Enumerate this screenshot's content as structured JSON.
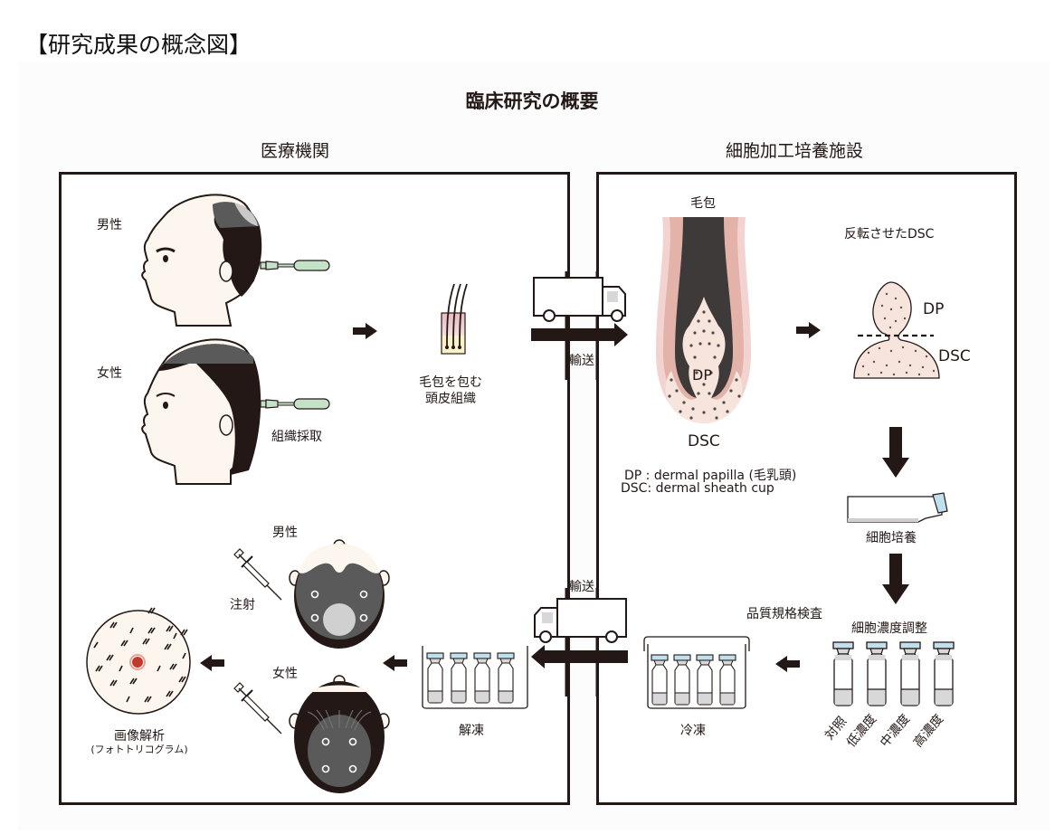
{
  "page_title": "【研究成果の概念図】",
  "diagram": {
    "title": "臨床研究の概要",
    "left_panel": {
      "heading": "医療機関",
      "male_label": "男性",
      "female_label": "女性",
      "tissue_collection_label": "組織採取",
      "scalp_tissue_label_line1": "毛包を包む",
      "scalp_tissue_label_line2": "頭皮組織",
      "injection_label": "注射",
      "male_top_label": "男性",
      "female_top_label": "女性",
      "thaw_label": "解凍",
      "image_analysis_label": "画像解析",
      "image_analysis_sub": "(フォトトリコグラム)"
    },
    "right_panel": {
      "heading": "細胞加工培養施設",
      "follicle_label": "毛包",
      "dp_label": "DP",
      "dsc_label": "DSC",
      "legend_dp": "DP :  dermal papilla (毛乳頭)",
      "legend_dsc": "DSC:  dermal sheath cup",
      "inverted_dsc_label": "反転させたDSC",
      "inverted_dp": "DP",
      "inverted_dsc": "DSC",
      "culture_label": "細胞培養",
      "concentration_label": "細胞濃度調整",
      "qc_label": "品質規格検査",
      "freeze_label": "冷凍",
      "vial_labels": [
        "対照",
        "低濃度",
        "中濃度",
        "高濃度"
      ]
    },
    "transport_label_top": "輸送",
    "transport_label_bottom": "輸送"
  },
  "colors": {
    "ink": "#231815",
    "skin": "#fdf6ee",
    "hair_dark": "#231815",
    "hair_gray": "#5a5a5a",
    "tool_green": "#c4e2c8",
    "follicle_pink": "#e6b3aa",
    "follicle_light": "#f3d3cf",
    "tissue_fill": "#f7e4dc",
    "vial_cap": "#bfe0ec",
    "vial_fluid": "#d8d8d8",
    "red_dot": "#c0392b"
  }
}
